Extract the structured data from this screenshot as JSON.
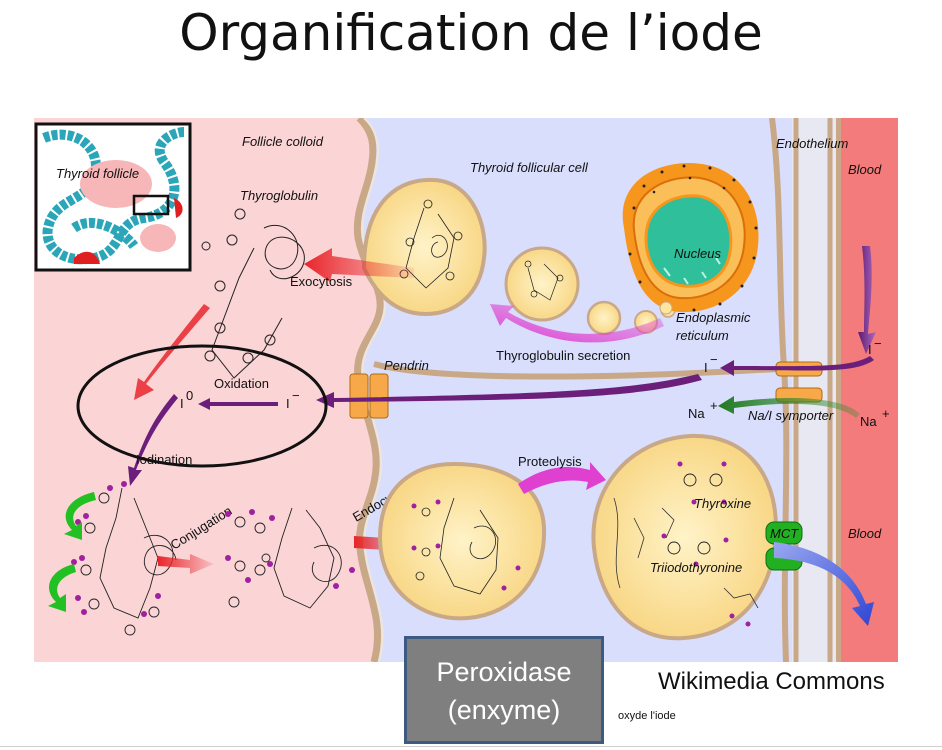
{
  "title": "Organification de l’iode",
  "diagram": {
    "follicle_colloid": "Follicle colloid",
    "thyroid_follicle": "Thyroid follicle",
    "thyroglobulin": "Thyroglobulin",
    "exocytosis": "Exocytosis",
    "thyroid_follicular_cell": "Thyroid follicular cell",
    "endothelium": "Endothelium",
    "blood_top": "Blood",
    "nucleus": "Nucleus",
    "er_line1": "Endoplasmic",
    "er_line2": "reticulum",
    "thyroglobulin_secretion": "Thyroglobulin secretion",
    "pendrin": "Pendrin",
    "oxidation": "Oxidation",
    "iodide_blood": "I",
    "iodide_cell": "I",
    "iodide_colloid": "I",
    "iodine": "I",
    "iodine_sup": "0",
    "minus": "−",
    "na_cell": "Na",
    "na_blood": "Na",
    "plus": "+",
    "symporter": "Na/I symporter",
    "iodination": "Iodination",
    "conjugation": "Conjugation",
    "endocytosis": "Endocytosis",
    "proteolysis": "Proteolysis",
    "thyroxine": "Thyroxine",
    "triiodothyronine": "Triiodothyronine",
    "mct": "MCT",
    "blood_bottom": "Blood"
  },
  "annotation": {
    "line1": "Peroxidase",
    "line2": "(enxyme)"
  },
  "credit": "Wikimedia Commons",
  "note": "oxyde l'iode",
  "colors": {
    "colloid": "#fbd4d6",
    "cell": "#d9defc",
    "blood": "#f37b7b",
    "vesicle": "#fce6a0",
    "nucleus": "#2fbf9a",
    "er": "#f7961d",
    "exocytosis_arrow": "#e8262b",
    "iodide_arrow": "#6b1f7a",
    "sodium_arrow": "#2d8a2d",
    "mct": "#22b022",
    "release_arrow": "#4457d6",
    "iodine_mark": "#a020a0"
  }
}
